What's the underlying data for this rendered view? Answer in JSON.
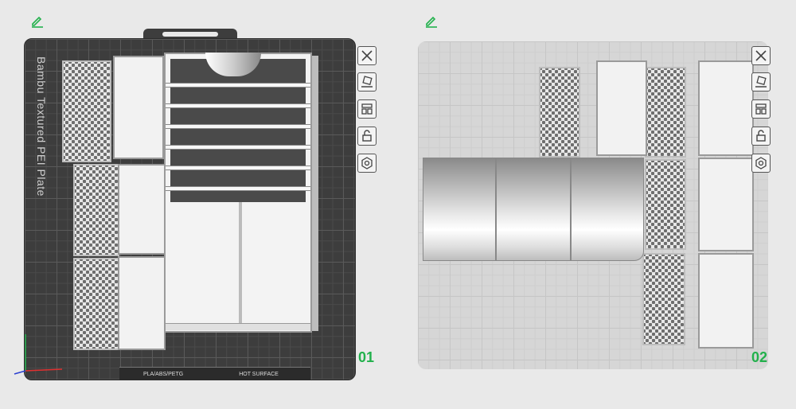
{
  "plates": [
    {
      "number": "01",
      "edit_icon": "pencil-icon",
      "bed_label": "Bambu Textured PEI Plate",
      "material_label": "PLA/ABS/PETG",
      "surface_label": "HOT SURFACE"
    },
    {
      "number": "02",
      "edit_icon": "pencil-icon"
    }
  ],
  "toolbar": [
    {
      "icon": "close-icon"
    },
    {
      "icon": "auto-orient-icon"
    },
    {
      "icon": "arrange-icon"
    },
    {
      "icon": "lock-icon"
    },
    {
      "icon": "settings-hex-icon"
    }
  ],
  "colors": {
    "accent": "#22b14c",
    "bed_dark": "#3d3d3d",
    "bed_light": "#d6d6d6",
    "background": "#e9e9e9"
  }
}
